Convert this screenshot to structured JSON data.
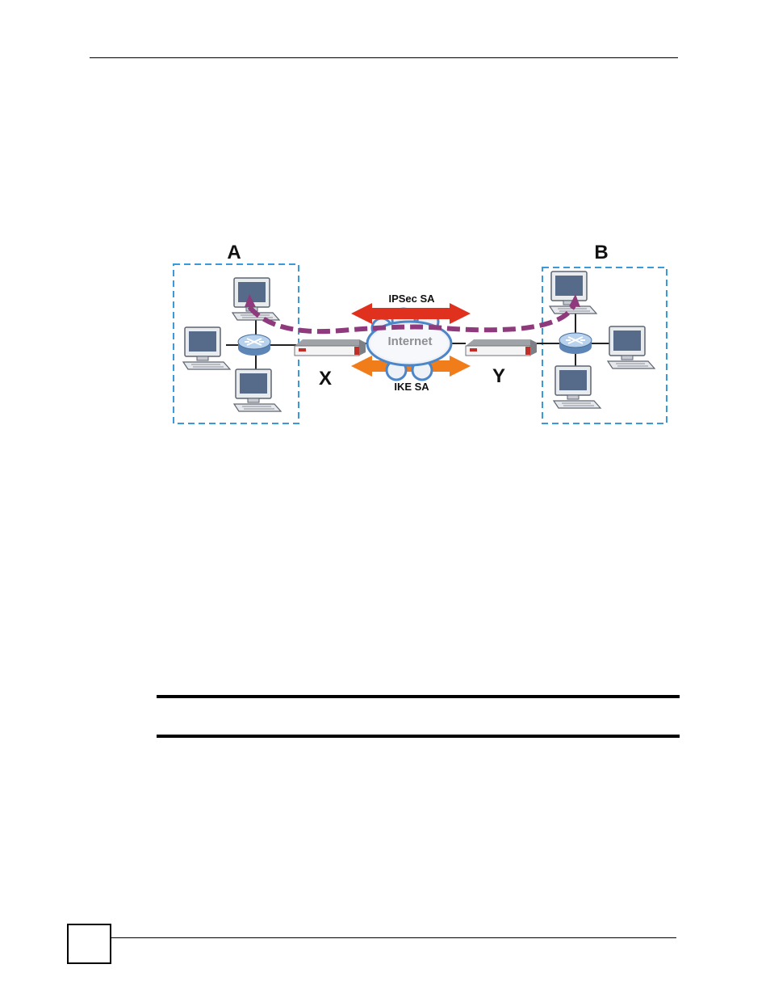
{
  "diagram": {
    "network_a_label": "A",
    "network_b_label": "B",
    "gateway_x_label": "X",
    "gateway_y_label": "Y",
    "ipsec_sa_label": "IPSec SA",
    "ike_sa_label": "IKE SA",
    "internet_label": "Internet"
  },
  "colors": {
    "dashed_box": "#3a9ad9",
    "ipsec_arrow": "#e0301e",
    "ike_arrow": "#f07d19",
    "tunnel_path": "#8e3a7c",
    "cloud_fill": "#eef1f6",
    "cloud_stroke": "#4c86c8",
    "gateway_accent": "#c0302a"
  },
  "icons": [
    "computer-icon",
    "router-icon",
    "gateway-device-icon",
    "cloud-icon"
  ]
}
